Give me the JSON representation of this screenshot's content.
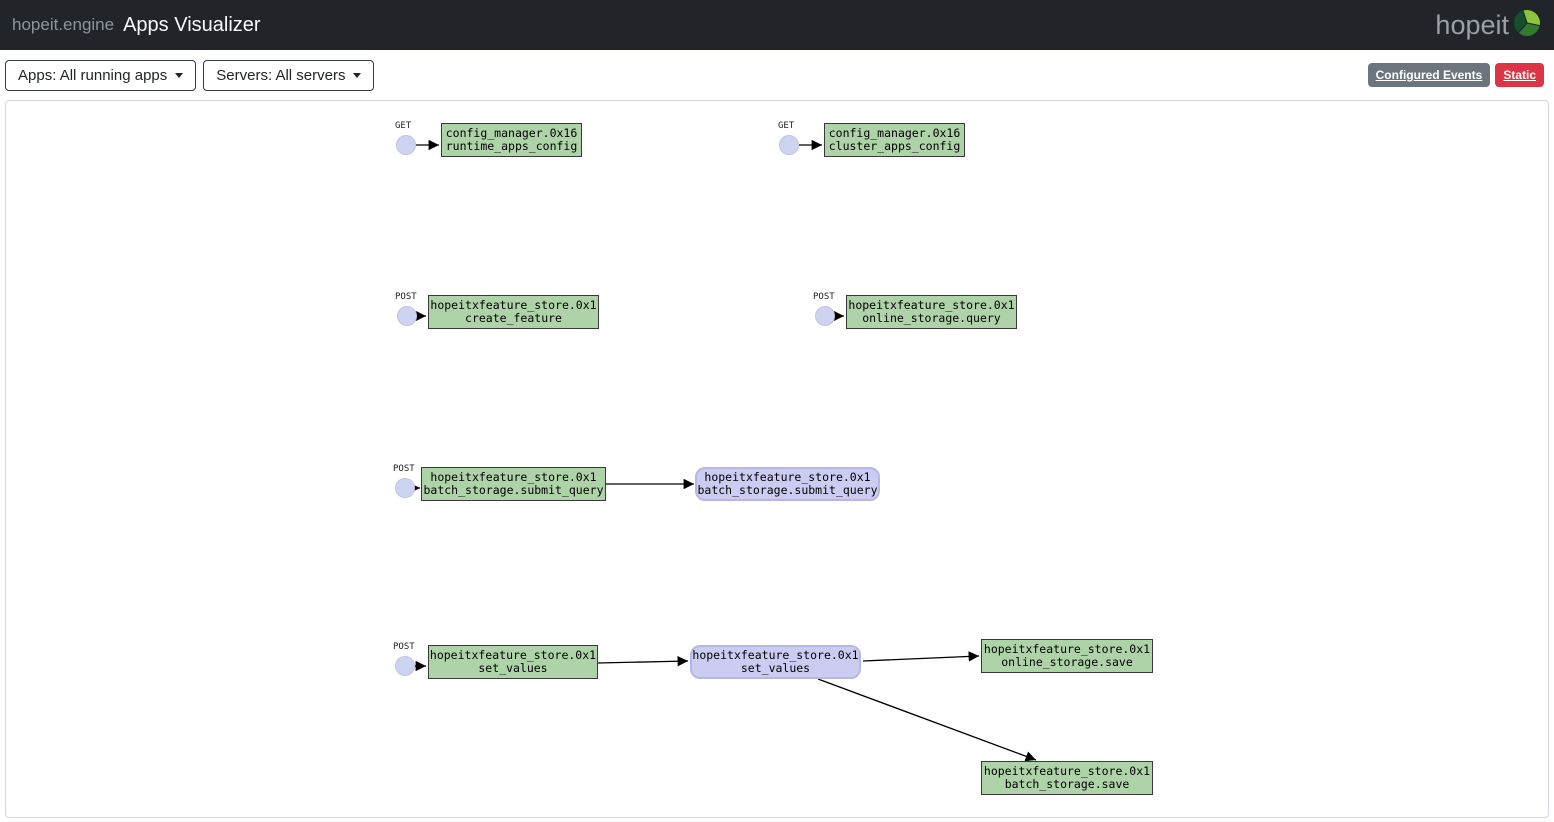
{
  "header": {
    "brand": "hopeit.engine",
    "title": "Apps Visualizer",
    "logo_text": "hopeit",
    "background": "#212529"
  },
  "toolbar": {
    "apps_dropdown": {
      "label": "Apps: All running apps"
    },
    "servers_dropdown": {
      "label": "Servers: All servers"
    },
    "configured_events": {
      "label": "Configured Events",
      "color": "#6c757d"
    },
    "static": {
      "label": "Static",
      "color": "#dc3545"
    }
  },
  "graph": {
    "endpoints": [
      {
        "method": "GET"
      },
      {
        "method": "GET"
      },
      {
        "method": "POST"
      },
      {
        "method": "POST"
      },
      {
        "method": "POST"
      },
      {
        "method": "POST"
      }
    ],
    "nodes": [
      {
        "line1": "config_manager.0x16",
        "line2": "runtime_apps_config",
        "kind": "event"
      },
      {
        "line1": "config_manager.0x16",
        "line2": "cluster_apps_config",
        "kind": "event"
      },
      {
        "line1": "hopeitxfeature_store.0x1",
        "line2": "create_feature",
        "kind": "event"
      },
      {
        "line1": "hopeitxfeature_store.0x1",
        "line2": "online_storage.query",
        "kind": "event"
      },
      {
        "line1": "hopeitxfeature_store.0x1",
        "line2": "batch_storage.submit_query",
        "kind": "event"
      },
      {
        "line1": "hopeitxfeature_store.0x1",
        "line2": "batch_storage.submit_query",
        "kind": "stream"
      },
      {
        "line1": "hopeitxfeature_store.0x1",
        "line2": "set_values",
        "kind": "event"
      },
      {
        "line1": "hopeitxfeature_store.0x1",
        "line2": "set_values",
        "kind": "stream"
      },
      {
        "line1": "hopeitxfeature_store.0x1",
        "line2": "online_storage.save",
        "kind": "event"
      },
      {
        "line1": "hopeitxfeature_store.0x1",
        "line2": "batch_storage.save",
        "kind": "event"
      }
    ],
    "colors": {
      "event_node_fill": "#aed3a8",
      "event_node_border": "#3a3a3a",
      "stream_node_fill": "#ccccf2",
      "stream_node_border": "#b7b7e4",
      "endpoint_fill": "#ccd4f2",
      "edge": "#000000"
    },
    "logo_colors": [
      "#8bc53f",
      "#33792f",
      "#174f2b"
    ]
  }
}
